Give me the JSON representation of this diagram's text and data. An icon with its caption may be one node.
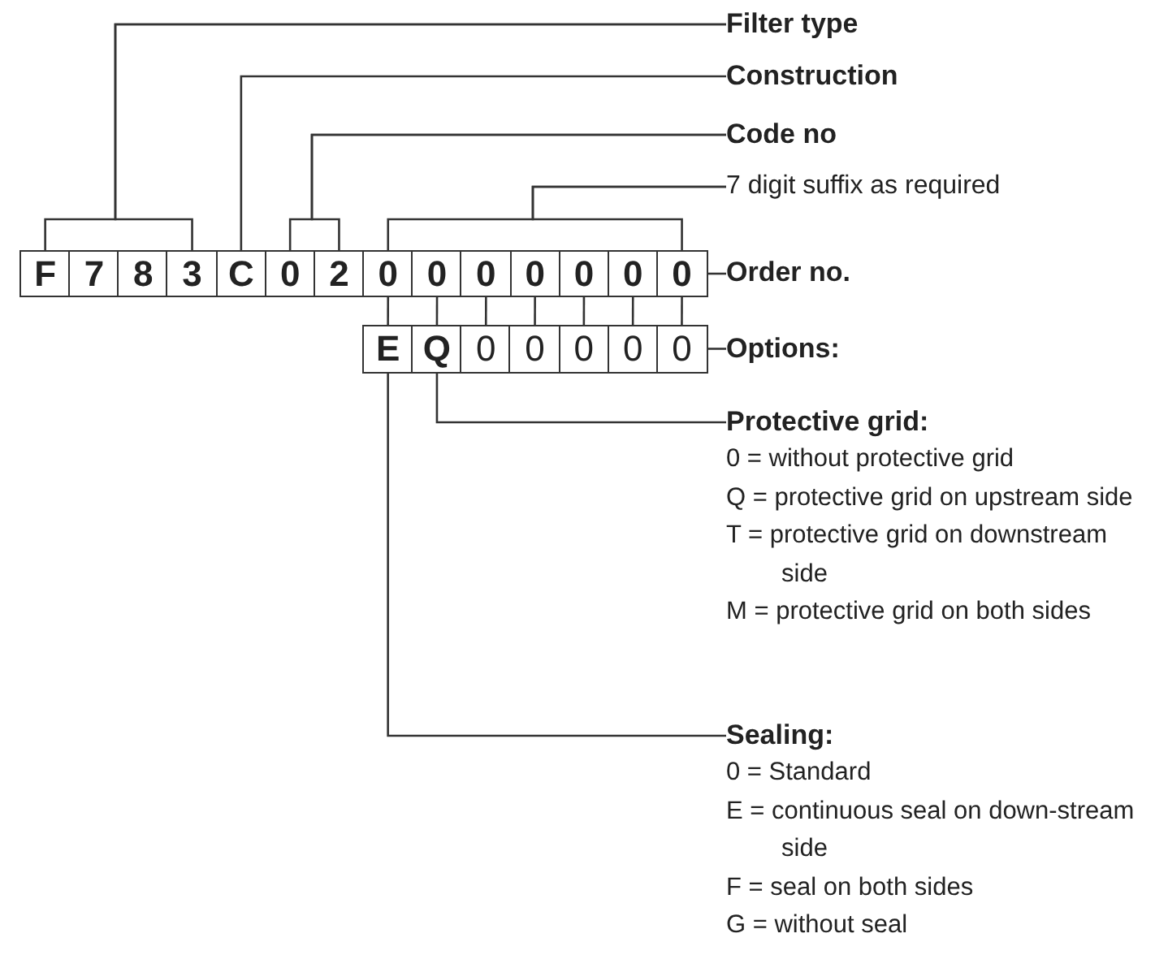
{
  "diagram": {
    "nodes": [
      {
        "text": [
          "F"
        ]
      },
      {
        "text": [
          "7"
        ]
      },
      {
        "text": [
          "8"
        ]
      },
      {
        "text": [
          "3"
        ]
      },
      {
        "text": [
          "C"
        ]
      },
      {
        "text": [
          "0"
        ]
      },
      {
        "text": [
          "2"
        ]
      },
      {
        "text": [
          "0"
        ]
      },
      {
        "text": [
          "0"
        ]
      },
      {
        "text": [
          "0"
        ]
      },
      {
        "text": [
          "0"
        ]
      },
      {
        "text": [
          "0"
        ]
      },
      {
        "text": [
          "0"
        ]
      },
      {
        "text": [
          "0"
        ]
      },
      {
        "text": [
          "E"
        ]
      },
      {
        "text": [
          "Q"
        ]
      },
      {
        "text": [
          "0"
        ]
      },
      {
        "text": [
          "0"
        ]
      },
      {
        "text": [
          "0"
        ]
      },
      {
        "text": [
          "0"
        ]
      },
      {
        "text": [
          "0"
        ]
      },
      {
        "text": [
          "Filter type"
        ]
      },
      {
        "text": [
          "Construction"
        ]
      },
      {
        "text": [
          "Code no"
        ]
      },
      {
        "text": [
          "7 digit suffix as required"
        ]
      },
      {
        "text": [
          "Order no."
        ]
      },
      {
        "text": [
          "Options:"
        ]
      },
      {
        "text": [
          "Protective grid:",
          "0 = without protective grid",
          "Q = protective grid on upstream side",
          "T = protective grid on downstream side",
          "M = protective grid on both sides"
        ]
      },
      {
        "text": [
          "Sealing:",
          "0 = Standard",
          "E = continuous seal on down-stream side",
          "F = seal on both sides",
          "G = without seal"
        ]
      }
    ],
    "edges": [
      {
        "from": 21,
        "to": 0,
        "arrow": "none"
      },
      {
        "from": 21,
        "to": 3,
        "arrow": "none"
      },
      {
        "from": 22,
        "to": 4,
        "arrow": "none"
      },
      {
        "from": 23,
        "to": 5,
        "arrow": "none"
      },
      {
        "from": 23,
        "to": 6,
        "arrow": "none"
      },
      {
        "from": 24,
        "to": 7,
        "arrow": "none"
      },
      {
        "from": 24,
        "to": 13,
        "arrow": "none"
      },
      {
        "from": 25,
        "to": 13,
        "arrow": "none"
      },
      {
        "from": 7,
        "to": 14,
        "arrow": "none"
      },
      {
        "from": 8,
        "to": 15,
        "arrow": "none"
      },
      {
        "from": 9,
        "to": 16,
        "arrow": "none"
      },
      {
        "from": 10,
        "to": 17,
        "arrow": "none"
      },
      {
        "from": 11,
        "to": 18,
        "arrow": "none"
      },
      {
        "from": 12,
        "to": 19,
        "arrow": "none"
      },
      {
        "from": 13,
        "to": 20,
        "arrow": "none"
      },
      {
        "from": 26,
        "to": 20,
        "arrow": "none"
      },
      {
        "from": 27,
        "to": 15,
        "arrow": "none"
      },
      {
        "from": 28,
        "to": 14,
        "arrow": "none"
      }
    ]
  }
}
